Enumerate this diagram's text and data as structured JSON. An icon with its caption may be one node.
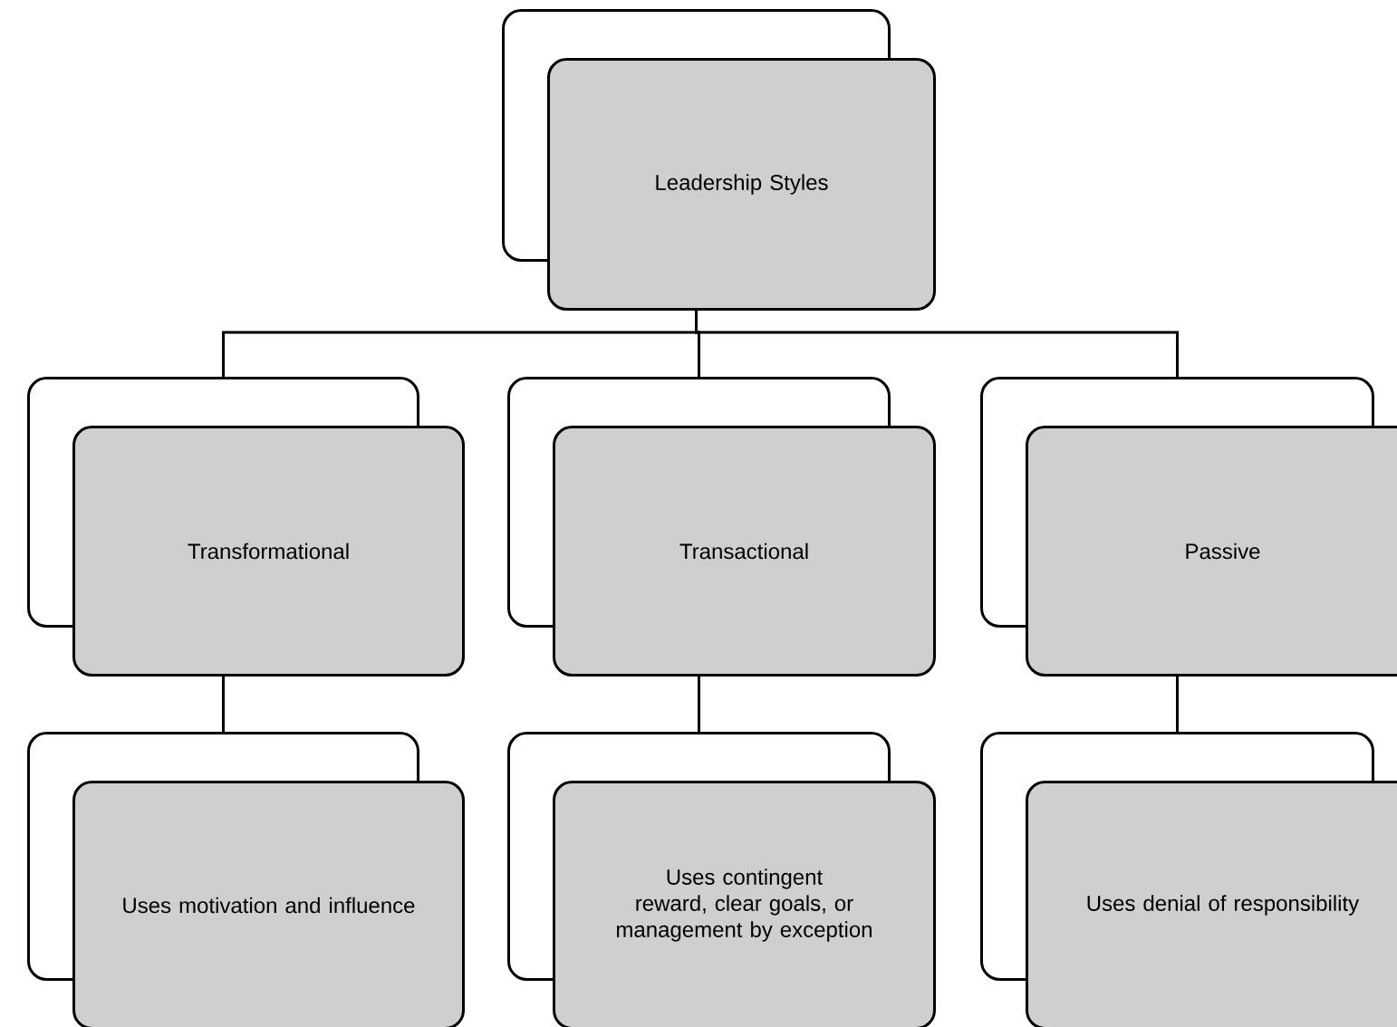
{
  "diagram": {
    "nodes": [
      {
        "text": [
          "Leadership Styles"
        ]
      },
      {
        "text": [
          "Transformational"
        ]
      },
      {
        "text": [
          "Transactional"
        ]
      },
      {
        "text": [
          "Passive"
        ]
      },
      {
        "text": [
          "Uses motivation and influence"
        ]
      },
      {
        "text": [
          "Uses contingent reward, clear goals, or management by exception"
        ]
      },
      {
        "text": [
          "Uses denial of responsibility"
        ]
      }
    ],
    "edges": [
      {
        "from": 0,
        "to": 1,
        "arrow": "none"
      },
      {
        "from": 0,
        "to": 2,
        "arrow": "none"
      },
      {
        "from": 0,
        "to": 3,
        "arrow": "none"
      },
      {
        "from": 1,
        "to": 4,
        "arrow": "none"
      },
      {
        "from": 2,
        "to": 5,
        "arrow": "none"
      },
      {
        "from": 3,
        "to": 6,
        "arrow": "none"
      }
    ]
  }
}
